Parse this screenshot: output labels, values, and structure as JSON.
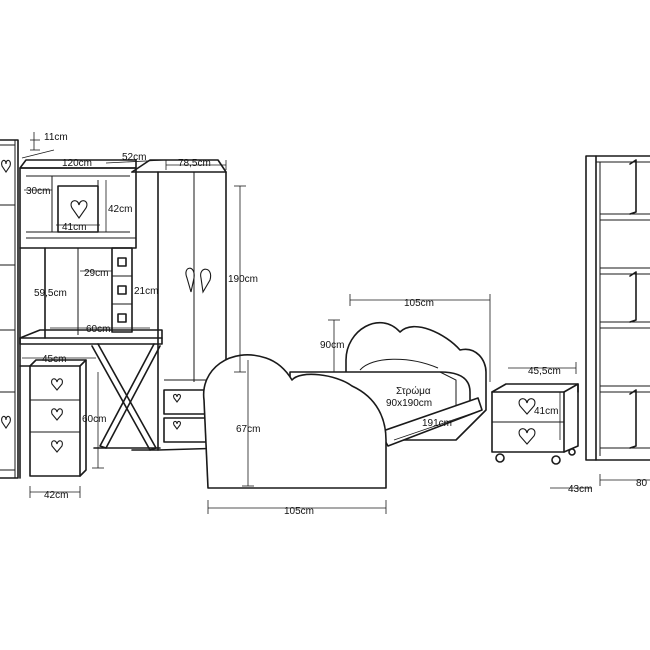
{
  "labels": {
    "d11": "11cm",
    "d120": "120cm",
    "d52": "52cm",
    "d785": "78,5cm",
    "d30": "30cm",
    "d42top": "42cm",
    "d41top": "41cm",
    "d29": "29cm",
    "d21": "21cm",
    "d595": "59,5cm",
    "d60w": "60cm",
    "d190": "190cm",
    "d45": "45cm",
    "d60h": "60cm",
    "d42bot": "42cm",
    "d105top": "105cm",
    "d90": "90cm",
    "mattress1": "Στρώμα",
    "mattress2": "90x190cm",
    "d191": "191cm",
    "d67": "67cm",
    "d105bot": "105cm",
    "d455": "45,5cm",
    "d41night": "41cm",
    "d43": "43cm",
    "d80": "80"
  },
  "colors": {
    "line": "#1a1a1a",
    "background": "#ffffff"
  }
}
